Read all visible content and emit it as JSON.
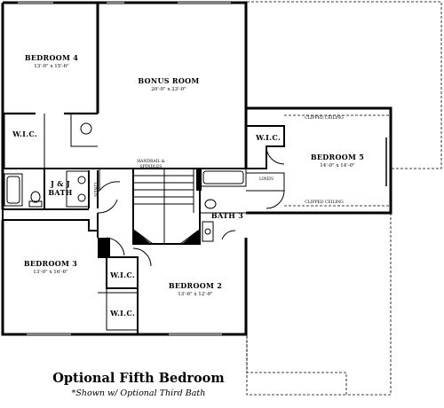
{
  "rooms": {
    "bedroom4": {
      "name": "BEDROOM 4",
      "dim": "13'-0\" x 15'-6\""
    },
    "bonus": {
      "name": "BONUS ROOM",
      "dim": "20'-0\" x 23'-0\""
    },
    "bedroom5": {
      "name": "BEDROOM 5",
      "dim": "14'-0\" x 14'-0\""
    },
    "bedroom3": {
      "name": "BEDROOM 3",
      "dim": "13'-0\" x 16'-6\""
    },
    "bedroom2": {
      "name": "BEDROOM 2",
      "dim": "13'-6\" x 12'-0\""
    },
    "jj_bath_line1": "J & J",
    "jj_bath_line2": "BATH",
    "bath3": "BATH 3",
    "wic": "W.I.C."
  },
  "annotations": {
    "clipped_ceiling": "CLIPPED CEILING",
    "linen": "LINEN",
    "handrail_line1": "HANDRAIL &",
    "handrail_line2": "SPINDLES"
  },
  "caption": {
    "title": "Optional Fifth Bedroom",
    "subtitle": "*Shown w/ Optional Third Bath"
  }
}
